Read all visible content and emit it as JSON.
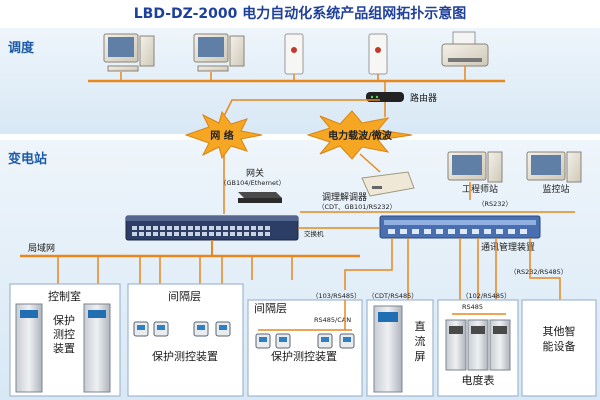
{
  "title": "LBD-DZ-2000 电力自动化系统产品组网拓扑示意图",
  "zones": {
    "dispatch": "调度",
    "substation": "变电站"
  },
  "labels": {
    "router": "路由器",
    "network": "网  络",
    "carrier": "电力载波/微波",
    "gateway": "网关",
    "gateway_protocol": "（GB104/Ethernet）",
    "modem": "调理解调器",
    "modem_protocol": "（CDT、GB101/RS232）",
    "switch": "交换机",
    "engineer_station": "工程师站",
    "monitor_station": "监控站",
    "rs232": "（RS232）",
    "comm_device": "通讯管理装置",
    "lan": "局域网",
    "rs232_rs485": "（RS232/RS485）"
  },
  "boxes": {
    "control_room": "控制室",
    "control_room_device": [
      "保护",
      "测控",
      "装置"
    ],
    "bay_layer_1": "间隔层",
    "bay_device_1": "保护测控装置",
    "bay_layer_2": "间隔层",
    "bay_device_2": "保护测控装置",
    "rs485_can": "RS485/CAN",
    "proto_103": "（103/RS485）",
    "cdt_rs485": "（CDT/RS485）",
    "dc_panel": [
      "直",
      "流",
      "屏"
    ],
    "proto_102": "（102/RS485）",
    "rs485": "RS485",
    "meter": "电度表",
    "other_device": [
      "其他智",
      "能设备"
    ]
  },
  "colors": {
    "title": "#1e3f9a",
    "zone_text": "#1e5aa8",
    "band": "#e2eef8",
    "bus": "#e8871e",
    "burst": "#f5a623",
    "switch_body": "#2c3e66",
    "comm_device": "#4a6fb0"
  }
}
